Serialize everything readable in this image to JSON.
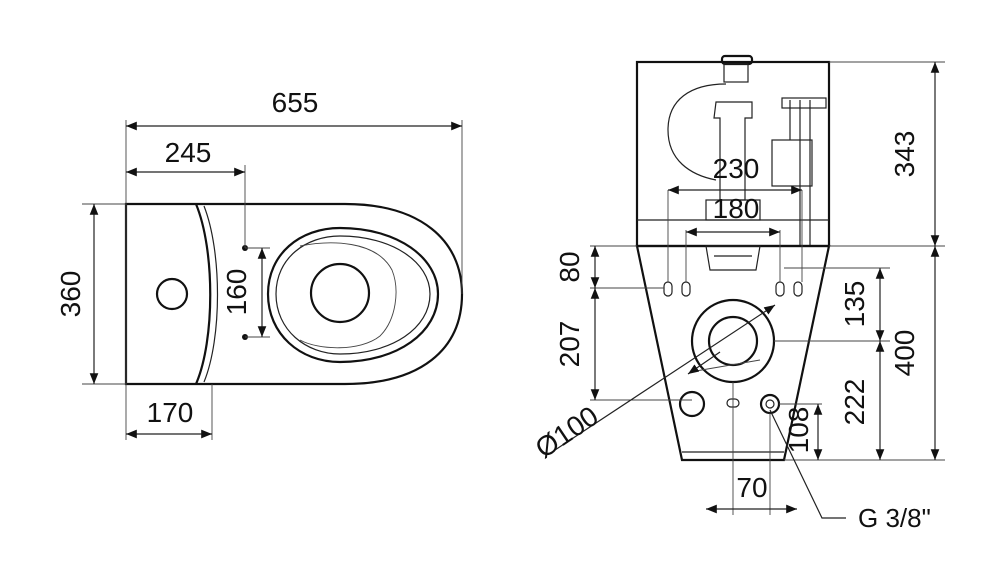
{
  "top_view": {
    "overall_length": "655",
    "tank_length": "245",
    "width": "360",
    "hole_spacing": "160",
    "rear_depth": "170"
  },
  "front_view": {
    "cistern_height": "343",
    "bolt_spacing_outer": "230",
    "bolt_spacing_inner": "180",
    "bolt_offset": "80",
    "outlet_center": "207",
    "outlet_diameter": "Ø100",
    "pan_top": "135",
    "pan_height": "400",
    "outlet_height": "222",
    "inlet_height": "108",
    "inlet_offset": "70",
    "inlet_thread": "G 3/8\""
  },
  "colors": {
    "line": "#111111",
    "background": "#ffffff"
  }
}
